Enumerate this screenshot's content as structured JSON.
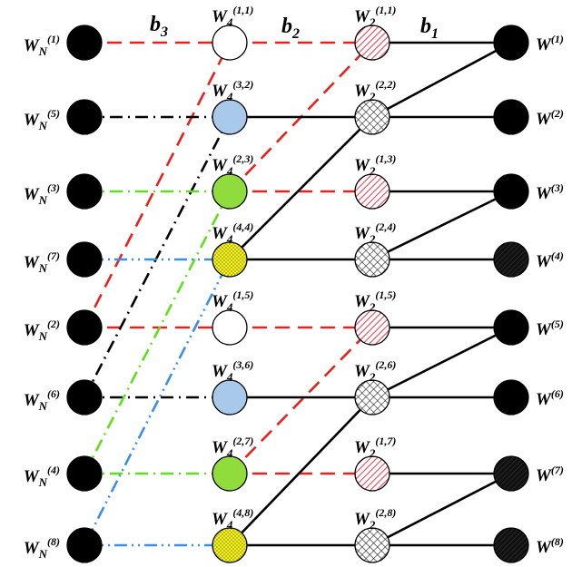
{
  "stage_labels": [
    {
      "base": "b",
      "sub": "3"
    },
    {
      "base": "b",
      "sub": "2"
    },
    {
      "base": "b",
      "sub": "1"
    }
  ],
  "columns": [
    {
      "id": "input",
      "nodes": [
        {
          "base": "W",
          "sub": "N",
          "sup": "(1)",
          "fill": "black"
        },
        {
          "base": "W",
          "sub": "N",
          "sup": "(5)",
          "fill": "black"
        },
        {
          "base": "W",
          "sub": "N",
          "sup": "(3)",
          "fill": "black"
        },
        {
          "base": "W",
          "sub": "N",
          "sup": "(7)",
          "fill": "black"
        },
        {
          "base": "W",
          "sub": "N",
          "sup": "(2)",
          "fill": "black"
        },
        {
          "base": "W",
          "sub": "N",
          "sup": "(6)",
          "fill": "black"
        },
        {
          "base": "W",
          "sub": "N",
          "sup": "(4)",
          "fill": "black"
        },
        {
          "base": "W",
          "sub": "N",
          "sup": "(8)",
          "fill": "black"
        }
      ]
    },
    {
      "id": "stage4",
      "nodes": [
        {
          "base": "W",
          "sub": "4",
          "sup": "(1,1)",
          "fill": "white"
        },
        {
          "base": "W",
          "sub": "4",
          "sup": "(3,2)",
          "fill": "blue"
        },
        {
          "base": "W",
          "sub": "4",
          "sup": "(2,3)",
          "fill": "green"
        },
        {
          "base": "W",
          "sub": "4",
          "sup": "(4,4)",
          "fill": "yellow-dots"
        },
        {
          "base": "W",
          "sub": "4",
          "sup": "(1,5)",
          "fill": "white"
        },
        {
          "base": "W",
          "sub": "4",
          "sup": "(3,6)",
          "fill": "blue"
        },
        {
          "base": "W",
          "sub": "4",
          "sup": "(2,7)",
          "fill": "green"
        },
        {
          "base": "W",
          "sub": "4",
          "sup": "(4,8)",
          "fill": "yellow-dots"
        }
      ]
    },
    {
      "id": "stage2",
      "nodes": [
        {
          "base": "W",
          "sub": "2",
          "sup": "(1,1)",
          "fill": "red-hatch"
        },
        {
          "base": "W",
          "sub": "2",
          "sup": "(2,2)",
          "fill": "crosshatch"
        },
        {
          "base": "W",
          "sub": "2",
          "sup": "(1,3)",
          "fill": "red-hatch"
        },
        {
          "base": "W",
          "sub": "2",
          "sup": "(2,4)",
          "fill": "crosshatch"
        },
        {
          "base": "W",
          "sub": "2",
          "sup": "(1,5)",
          "fill": "red-hatch"
        },
        {
          "base": "W",
          "sub": "2",
          "sup": "(2,6)",
          "fill": "crosshatch"
        },
        {
          "base": "W",
          "sub": "2",
          "sup": "(1,7)",
          "fill": "red-hatch"
        },
        {
          "base": "W",
          "sub": "2",
          "sup": "(2,8)",
          "fill": "crosshatch"
        }
      ]
    },
    {
      "id": "output",
      "nodes": [
        {
          "base": "W",
          "sub": "",
          "sup": "(1)",
          "fill": "black"
        },
        {
          "base": "W",
          "sub": "",
          "sup": "(2)",
          "fill": "black"
        },
        {
          "base": "W",
          "sub": "",
          "sup": "(3)",
          "fill": "black"
        },
        {
          "base": "W",
          "sub": "",
          "sup": "(4)",
          "fill": "dark-hatch"
        },
        {
          "base": "W",
          "sub": "",
          "sup": "(5)",
          "fill": "black"
        },
        {
          "base": "W",
          "sub": "",
          "sup": "(6)",
          "fill": "black"
        },
        {
          "base": "W",
          "sub": "",
          "sup": "(7)",
          "fill": "dark-hatch"
        },
        {
          "base": "W",
          "sub": "",
          "sup": "(8)",
          "fill": "dark-hatch"
        }
      ]
    }
  ],
  "edges": [
    {
      "from": [
        0,
        0
      ],
      "to": [
        1,
        0
      ],
      "style": "red-dash"
    },
    {
      "from": [
        0,
        4
      ],
      "to": [
        1,
        0
      ],
      "style": "red-dash"
    },
    {
      "from": [
        0,
        4
      ],
      "to": [
        1,
        4
      ],
      "style": "red-dash"
    },
    {
      "from": [
        0,
        1
      ],
      "to": [
        1,
        1
      ],
      "style": "black-dashdot"
    },
    {
      "from": [
        0,
        5
      ],
      "to": [
        1,
        1
      ],
      "style": "black-dashdot"
    },
    {
      "from": [
        0,
        5
      ],
      "to": [
        1,
        5
      ],
      "style": "black-dashdot"
    },
    {
      "from": [
        0,
        2
      ],
      "to": [
        1,
        2
      ],
      "style": "green-dashdot"
    },
    {
      "from": [
        0,
        6
      ],
      "to": [
        1,
        2
      ],
      "style": "green-dashdot"
    },
    {
      "from": [
        0,
        6
      ],
      "to": [
        1,
        6
      ],
      "style": "green-dashdot"
    },
    {
      "from": [
        0,
        3
      ],
      "to": [
        1,
        3
      ],
      "style": "blue-dashdotdot"
    },
    {
      "from": [
        0,
        7
      ],
      "to": [
        1,
        3
      ],
      "style": "blue-dashdotdot"
    },
    {
      "from": [
        0,
        7
      ],
      "to": [
        1,
        7
      ],
      "style": "blue-dashdotdot"
    },
    {
      "from": [
        1,
        0
      ],
      "to": [
        2,
        0
      ],
      "style": "red-dash"
    },
    {
      "from": [
        1,
        2
      ],
      "to": [
        2,
        0
      ],
      "style": "red-dash"
    },
    {
      "from": [
        1,
        2
      ],
      "to": [
        2,
        2
      ],
      "style": "red-dash"
    },
    {
      "from": [
        1,
        4
      ],
      "to": [
        2,
        4
      ],
      "style": "red-dash"
    },
    {
      "from": [
        1,
        6
      ],
      "to": [
        2,
        4
      ],
      "style": "red-dash"
    },
    {
      "from": [
        1,
        6
      ],
      "to": [
        2,
        6
      ],
      "style": "red-dash"
    },
    {
      "from": [
        1,
        1
      ],
      "to": [
        2,
        1
      ],
      "style": "solid"
    },
    {
      "from": [
        1,
        3
      ],
      "to": [
        2,
        1
      ],
      "style": "solid"
    },
    {
      "from": [
        1,
        3
      ],
      "to": [
        2,
        3
      ],
      "style": "solid"
    },
    {
      "from": [
        1,
        5
      ],
      "to": [
        2,
        5
      ],
      "style": "solid"
    },
    {
      "from": [
        1,
        7
      ],
      "to": [
        2,
        5
      ],
      "style": "solid"
    },
    {
      "from": [
        1,
        7
      ],
      "to": [
        2,
        7
      ],
      "style": "solid"
    },
    {
      "from": [
        2,
        0
      ],
      "to": [
        3,
        0
      ],
      "style": "solid"
    },
    {
      "from": [
        2,
        1
      ],
      "to": [
        3,
        0
      ],
      "style": "solid"
    },
    {
      "from": [
        2,
        1
      ],
      "to": [
        3,
        1
      ],
      "style": "solid"
    },
    {
      "from": [
        2,
        2
      ],
      "to": [
        3,
        2
      ],
      "style": "solid"
    },
    {
      "from": [
        2,
        3
      ],
      "to": [
        3,
        2
      ],
      "style": "solid"
    },
    {
      "from": [
        2,
        3
      ],
      "to": [
        3,
        3
      ],
      "style": "solid"
    },
    {
      "from": [
        2,
        4
      ],
      "to": [
        3,
        4
      ],
      "style": "solid"
    },
    {
      "from": [
        2,
        5
      ],
      "to": [
        3,
        4
      ],
      "style": "solid"
    },
    {
      "from": [
        2,
        5
      ],
      "to": [
        3,
        5
      ],
      "style": "solid"
    },
    {
      "from": [
        2,
        6
      ],
      "to": [
        3,
        6
      ],
      "style": "solid"
    },
    {
      "from": [
        2,
        7
      ],
      "to": [
        3,
        6
      ],
      "style": "solid"
    },
    {
      "from": [
        2,
        7
      ],
      "to": [
        3,
        7
      ],
      "style": "solid"
    }
  ]
}
